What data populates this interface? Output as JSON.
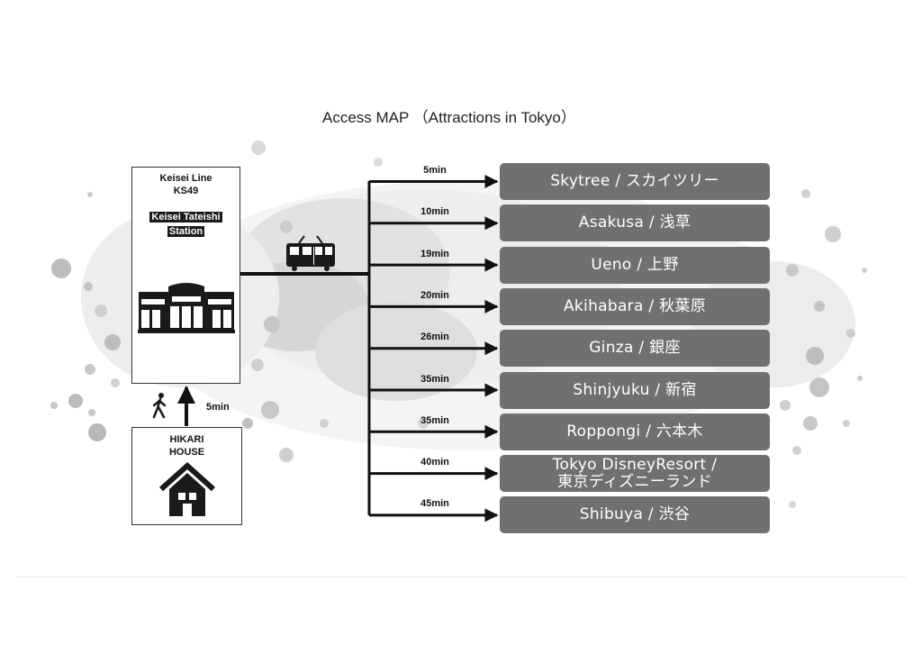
{
  "title": "Access MAP （Attractions in Tokyo）",
  "station": {
    "line": "Keisei Line",
    "code": "KS49",
    "name_line1": "Keisei Tateishi",
    "name_line2": "Station"
  },
  "house": {
    "line1": "HIKARI",
    "line2": "HOUSE"
  },
  "walk_time": "5min",
  "destinations": [
    {
      "time": "5min",
      "name": "Skytree / スカイツリー"
    },
    {
      "time": "10min",
      "name": "Asakusa / 浅草"
    },
    {
      "time": "19min",
      "name": "Ueno / 上野"
    },
    {
      "time": "20min",
      "name": "Akihabara / 秋葉原"
    },
    {
      "time": "26min",
      "name": "Ginza / 銀座"
    },
    {
      "time": "35min",
      "name": "Shinjyuku / 新宿"
    },
    {
      "time": "35min",
      "name": "Roppongi / 六本木"
    },
    {
      "time": "40min",
      "name": "Tokyo DisneyResort /\n東京ディズニーランド"
    },
    {
      "time": "45min",
      "name": "Shibuya / 渋谷"
    }
  ],
  "icons": [
    "train-icon",
    "station-building-icon",
    "walking-person-icon",
    "house-icon"
  ],
  "colors": {
    "dest_box": "#707070",
    "line": "#1a1a1a"
  }
}
